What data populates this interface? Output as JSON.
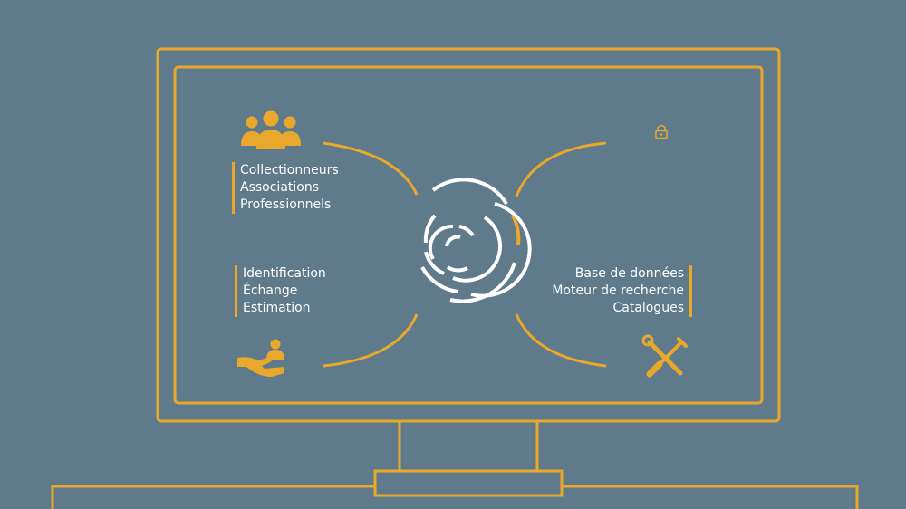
{
  "colors": {
    "background": "#5e7a8b",
    "accent": "#e9a82c",
    "text": "#ffffff"
  },
  "top_left": {
    "icon": "group-people-icon",
    "items": [
      "Collectionneurs",
      "Associations",
      "Professionnels"
    ]
  },
  "bottom_left": {
    "icon": "hand-person-icon",
    "items": [
      "Identification",
      "Échange",
      "Estimation"
    ]
  },
  "top_right": {
    "icon": "padlock-icon"
  },
  "bottom_right": {
    "icon": "tools-icon",
    "items": [
      "Base de données",
      "Moteur de recherche",
      "Catalogues"
    ]
  },
  "center": {
    "icon": "circular-logo-icon"
  }
}
